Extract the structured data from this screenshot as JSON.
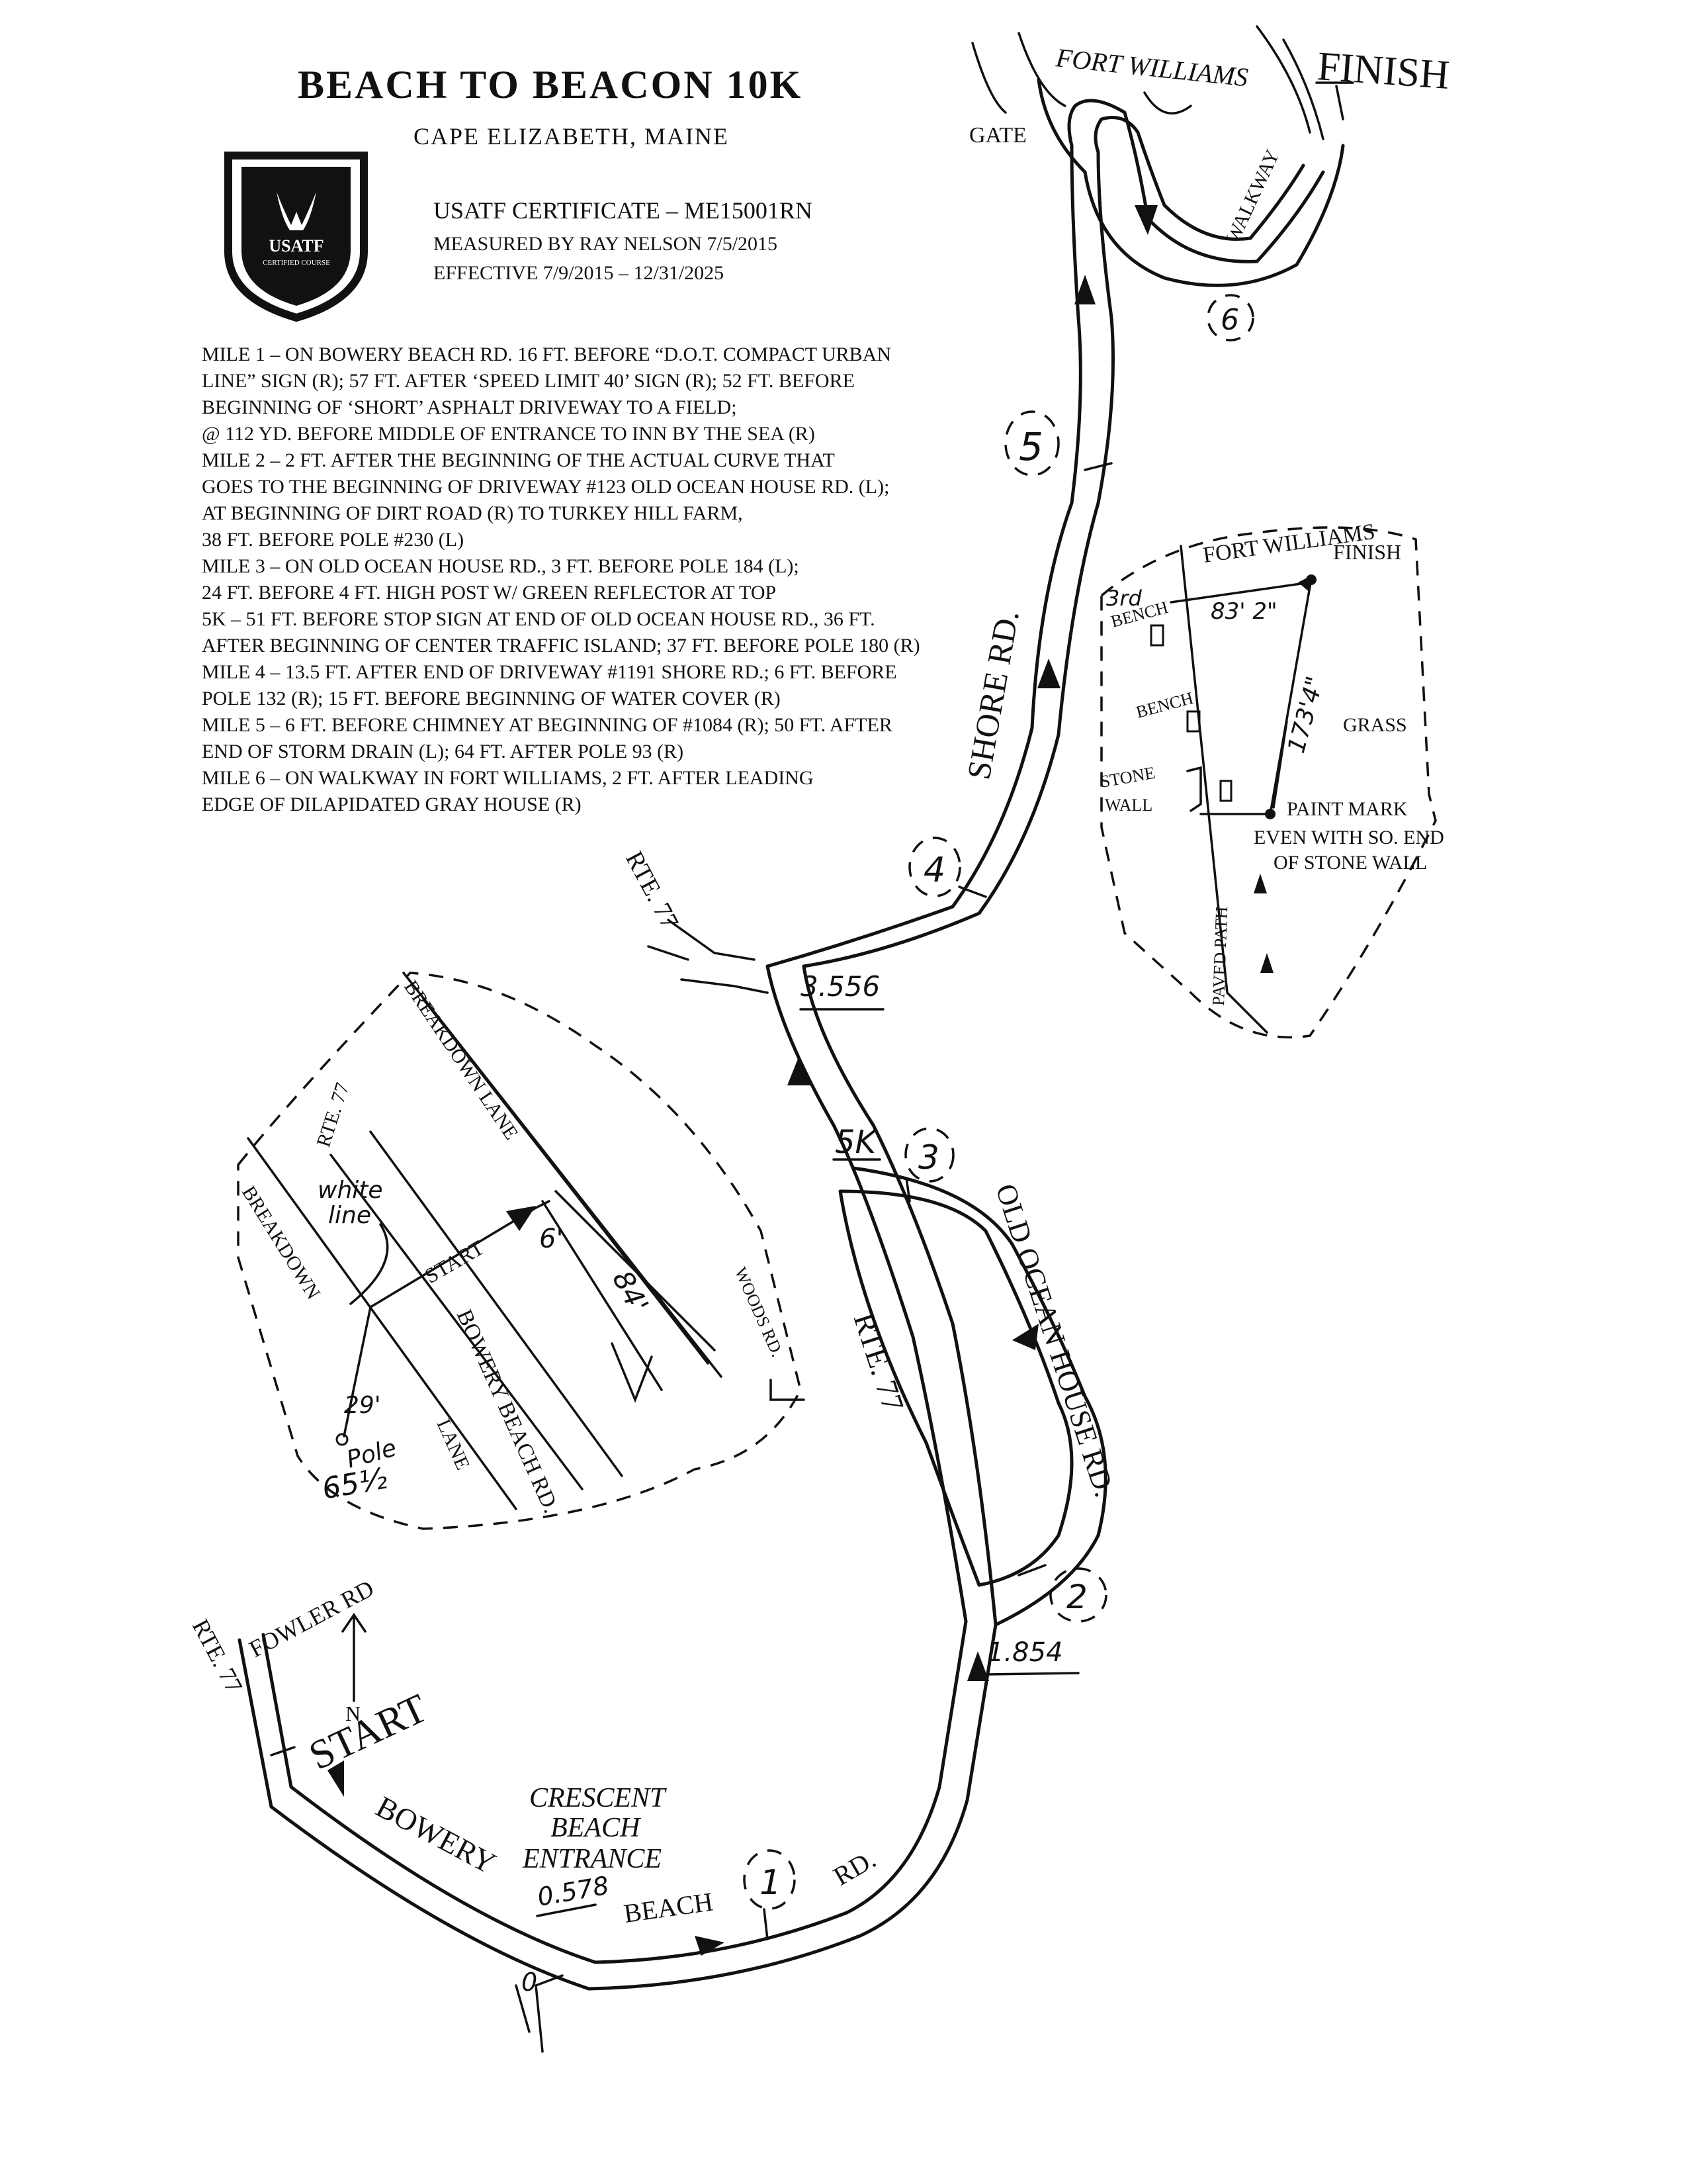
{
  "header": {
    "title": "BEACH TO BEACON 10K",
    "subtitle": "CAPE ELIZABETH, MAINE",
    "logo_text": "USATF",
    "logo_subtext": "CERTIFIED COURSE",
    "certificate": "USATF CERTIFICATE – ME15001RN",
    "measured_by": "MEASURED BY RAY NELSON 7/5/2015",
    "effective": "EFFECTIVE 7/9/2015 – 12/31/2025"
  },
  "notes": [
    "MILE 1 – ON BOWERY BEACH RD. 16 FT. BEFORE “D.O.T. COMPACT URBAN",
    "LINE” SIGN (R); 57 FT. AFTER ‘SPEED LIMIT 40’ SIGN (R); 52 FT. BEFORE",
    "BEGINNING OF ‘SHORT’ ASPHALT DRIVEWAY TO A FIELD;",
    "@ 112 YD. BEFORE MIDDLE OF ENTRANCE TO INN BY THE SEA (R)",
    "MILE 2 – 2 FT. AFTER THE  BEGINNING OF THE ACTUAL CURVE THAT",
    "GOES TO THE BEGINNING OF DRIVEWAY #123 OLD OCEAN HOUSE RD. (L);",
    "AT BEGINNING OF DIRT ROAD (R) TO TURKEY HILL FARM,",
    "38 FT. BEFORE POLE #230 (L)",
    "MILE 3 – ON OLD OCEAN HOUSE RD., 3 FT. BEFORE POLE 184 (L);",
    "24 FT. BEFORE 4 FT. HIGH POST W/ GREEN REFLECTOR AT TOP",
    "5K – 51 FT. BEFORE STOP SIGN AT END OF OLD OCEAN HOUSE RD., 36 FT.",
    "AFTER BEGINNING OF CENTER TRAFFIC ISLAND; 37 FT. BEFORE POLE 180 (R)",
    "MILE 4 – 13.5 FT. AFTER END OF DRIVEWAY #1191 SHORE RD.; 6 FT. BEFORE",
    "POLE 132 (R); 15 FT. BEFORE BEGINNING OF WATER COVER (R)",
    "MILE 5 – 6 FT. BEFORE CHIMNEY AT BEGINNING OF #1084 (R); 50 FT. AFTER",
    "END OF STORM DRAIN (L); 64 FT. AFTER POLE 93 (R)",
    "MILE 6 – ON WALKWAY IN FORT WILLIAMS, 2 FT. AFTER LEADING",
    "EDGE OF DILAPIDATED GRAY HOUSE (R)"
  ],
  "map": {
    "fort_williams": "FORT WILLIAMS",
    "finish": "FINISH",
    "gate": "GATE",
    "walkway": "WALKWAY",
    "shore_rd": "SHORE RD.",
    "rte77": "RTE. 77",
    "old_ocean_house": "OLD OCEAN HOUSE RD.",
    "fowler_rd": "FOWLER RD",
    "north": "N",
    "start": "START",
    "bowery": "BOWERY",
    "beach": "BEACH",
    "rd": "RD.",
    "crescent_1": "CRESCENT",
    "crescent_2": "BEACH",
    "crescent_3": "ENTRANCE",
    "zero": "0",
    "five_k": "5K",
    "dist_0578": "0.578",
    "dist_1854": "1.854",
    "dist_3556": "3.556",
    "mile_markers": [
      "1",
      "2",
      "3",
      "4",
      "5",
      "6"
    ]
  },
  "finish_inset": {
    "fort_williams": "FORT WILLIAMS",
    "finish": "FINISH",
    "third_bench_1": "3rd",
    "third_bench_2": "BENCH",
    "bench": "BENCH",
    "dist_83": "83' 2\"",
    "dist_173": "173'4\"",
    "grass": "GRASS",
    "stone_1": "STONE",
    "stone_2": "WALL",
    "paint_mark": "PAINT MARK",
    "even_with": "EVEN WITH SO. END",
    "of_stone": "OF STONE WALL",
    "paved_path": "PAVED PATH"
  },
  "start_inset": {
    "breakdown_lane": "BREAKDOWN LANE",
    "rte77": "RTE. 77",
    "white_line_1": "white",
    "white_line_2": "line",
    "breakdown": "BREAKDOWN",
    "start": "START",
    "six_ft": "6'",
    "dist_84": "84'",
    "woods_rd": "WOODS RD.",
    "bowery_beach": "BOWERY BEACH RD.",
    "lane": "LANE",
    "dist_29": "29'",
    "pole": "Pole",
    "pole_no": "65½"
  }
}
